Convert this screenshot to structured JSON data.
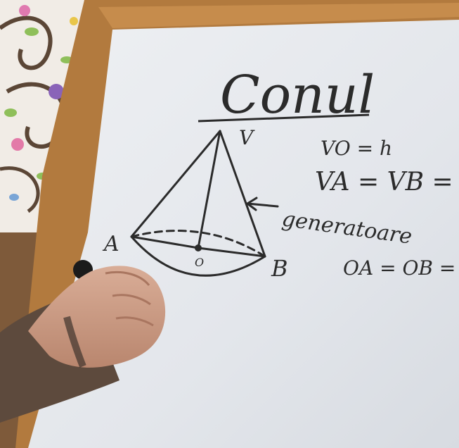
{
  "board": {
    "title": "Conul",
    "vertex_label": "V",
    "point_a_label": "A",
    "point_b_label": "B",
    "center_label": "O",
    "equation_height": "VO = h",
    "equation_generatrix": "VA = VB = G",
    "annotation_generatrix": "generatoare",
    "equation_radius": "OA = OB = R"
  },
  "colors": {
    "ink": "#2b2b2b",
    "board": "#e4e7ec",
    "frame": "#b27a3e",
    "wallpaper": "#f1ece6",
    "skin": "#c99a83"
  }
}
